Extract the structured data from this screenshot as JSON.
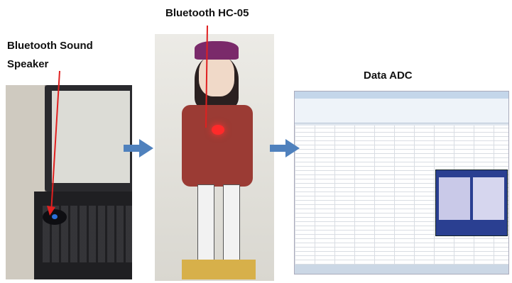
{
  "labels": {
    "bluetooth_module": "Bluetooth HC-05",
    "speaker_line1": "Bluetooth Sound",
    "speaker_line2": "Speaker",
    "data_adc": "Data ADC"
  },
  "colors": {
    "arrow": "#4f81bd",
    "annotation": "#e02020"
  }
}
